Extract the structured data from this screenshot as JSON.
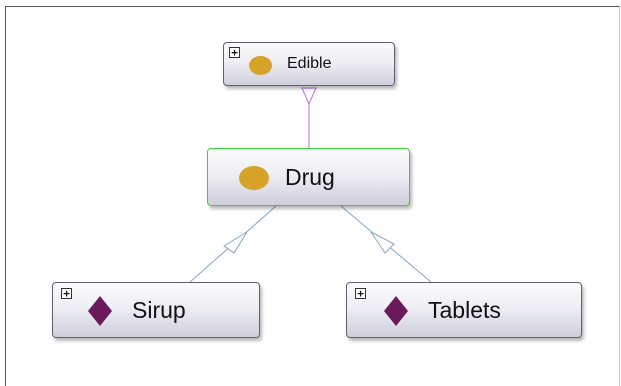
{
  "diagram": {
    "nodes": [
      {
        "id": "edible",
        "label": "Edible",
        "kind": "class",
        "icon": "circle-icon",
        "color": "#d6a329",
        "expandable": true,
        "expand_glyph": "+",
        "selected": false
      },
      {
        "id": "drug",
        "label": "Drug",
        "kind": "class",
        "icon": "circle-icon",
        "color": "#d6a329",
        "expandable": false,
        "selected": true
      },
      {
        "id": "sirup",
        "label": "Sirup",
        "kind": "individual",
        "icon": "diamond-icon",
        "color": "#6a1a5a",
        "expandable": true,
        "expand_glyph": "+",
        "selected": false
      },
      {
        "id": "tablets",
        "label": "Tablets",
        "kind": "individual",
        "icon": "diamond-icon",
        "color": "#6a1a5a",
        "expandable": true,
        "expand_glyph": "+",
        "selected": false
      }
    ],
    "edges": [
      {
        "from": "drug",
        "to": "edible",
        "relation": "subclass",
        "color": "#c46be0"
      },
      {
        "from": "sirup",
        "to": "drug",
        "relation": "instance",
        "color": "#7ea6c8"
      },
      {
        "from": "tablets",
        "to": "drug",
        "relation": "instance",
        "color": "#7ea6c8"
      }
    ],
    "selection_color": "#36d336"
  }
}
